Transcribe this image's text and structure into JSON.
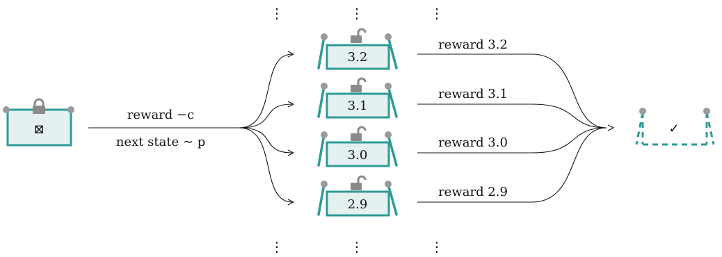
{
  "start": {
    "symbol": "⊠"
  },
  "transition": {
    "reward_label": "reward −c",
    "state_label": "next state ∼ p"
  },
  "outcomes": [
    {
      "value": "3.2",
      "reward": "reward 3.2"
    },
    {
      "value": "3.1",
      "reward": "reward 3.1"
    },
    {
      "value": "3.0",
      "reward": "reward 3.0"
    },
    {
      "value": "2.9",
      "reward": "reward 2.9"
    }
  ],
  "continuation": "⋮",
  "terminal": {
    "symbol": "✓"
  },
  "colors": {
    "teal": "#2e9a97",
    "fill": "#e5f1f1",
    "gray": "#8a8a8a"
  }
}
